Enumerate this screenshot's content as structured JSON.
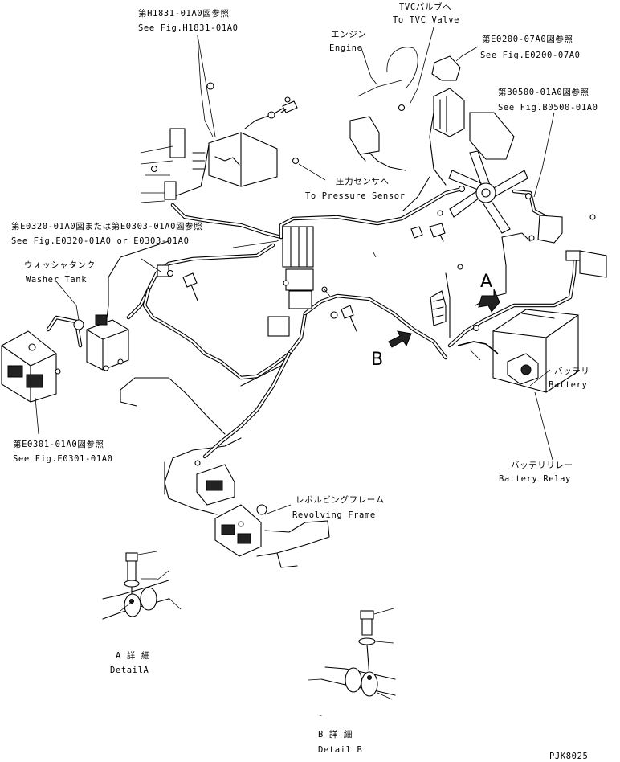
{
  "labels": {
    "ref_h1831_jp": "第H1831-01A0図参照",
    "ref_h1831_en": "See Fig.H1831-01A0",
    "tvc_jp": "TVCバルブへ",
    "tvc_en": "To TVC Valve",
    "engine_jp": "エンジン",
    "engine_en": "Engine",
    "ref_e0200_jp": "第E0200-07A0図参照",
    "ref_e0200_en": "See Fig.E0200-07A0",
    "ref_b0500_jp": "第B0500-01A0図参照",
    "ref_b0500_en": "See Fig.B0500-01A0",
    "pressure_jp": "圧力センサへ",
    "pressure_en": "To Pressure Sensor",
    "ref_e0320_jp": "第E0320-01A0図または第E0303-01A0図参照",
    "ref_e0320_en": "See Fig.E0320-01A0 or E0303-01A0",
    "washer_jp": "ウォッシャタンク",
    "washer_en": "Washer Tank",
    "marker_a": "A",
    "marker_b": "B",
    "battery_jp": "バッテリ",
    "battery_en": "Battery",
    "battery_relay_jp": "バッテリリレー",
    "battery_relay_en": "Battery Relay",
    "ref_e0301_jp": "第E0301-01A0図参照",
    "ref_e0301_en": "See Fig.E0301-01A0",
    "frame_jp": "レボルビングフレーム",
    "frame_en": "Revolving Frame",
    "detail_a_jp": "A 詳 細",
    "detail_a_en": "DetailA",
    "detail_b_jp": "B 詳 細",
    "detail_b_en": "Detail B",
    "dash_mark": "-",
    "drawing_code": "PJK8025"
  }
}
